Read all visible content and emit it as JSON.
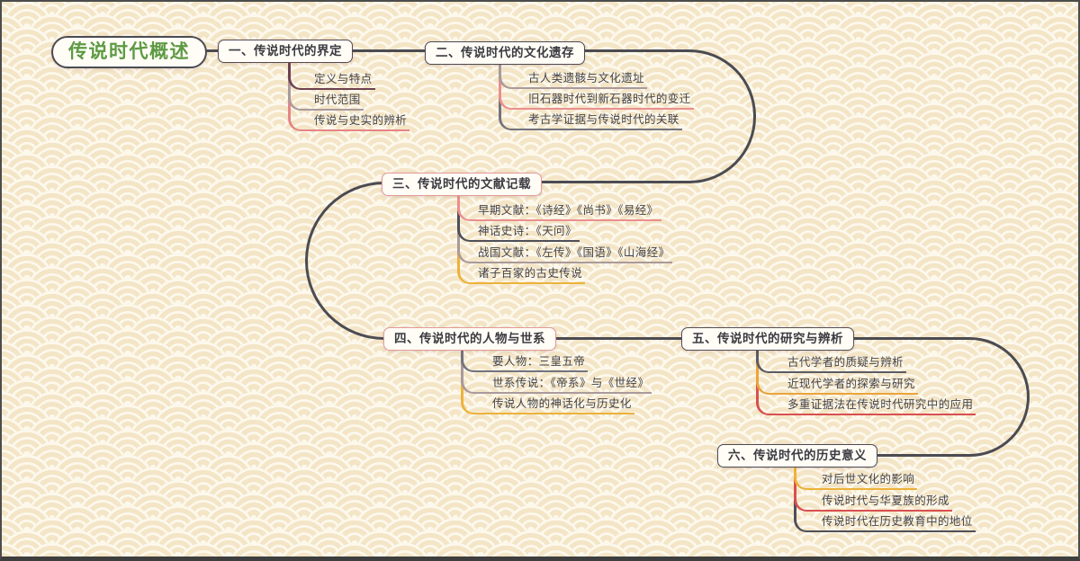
{
  "title": "传说时代概述思维导图",
  "root": {
    "label": "传说时代概述",
    "color": "#5e9a44"
  },
  "line_color": "#4b4b52",
  "branches": [
    {
      "label": "一、传说时代的界定",
      "border": "#564a56",
      "children": [
        {
          "label": "定义与特点",
          "color": "#6e4150"
        },
        {
          "label": "时代范围",
          "color": "#a99a9c"
        },
        {
          "label": "传说与史实的辨析",
          "color": "#e58585"
        }
      ]
    },
    {
      "label": "二、传说时代的文化遗存",
      "border": "#4e4a54",
      "children": [
        {
          "label": "古人类遗骸与文化遗址",
          "color": "#a99a9c"
        },
        {
          "label": "旧石器时代到新石器时代的变迁",
          "color": "#ea8f8f"
        },
        {
          "label": "考古学证据与传说时代的关联",
          "color": "#73737d"
        }
      ]
    },
    {
      "label": "三、传说时代的文献记载",
      "border": "#e39a9a",
      "children": [
        {
          "label": "早期文献：《诗经》《尚书》《易经》",
          "color": "#ea8f8f"
        },
        {
          "label": "神话史诗：《天问》",
          "color": "#4f4f58"
        },
        {
          "label": "战国文献：《左传》《国语》《山海经》",
          "color": "#a99a9c"
        },
        {
          "label": "诸子百家的古史传说",
          "color": "#ecb23a"
        }
      ]
    },
    {
      "label": "四、传说时代的人物与世系",
      "border": "#e39a9a",
      "children": [
        {
          "label": "要人物：三皇五帝",
          "color": "#73737d"
        },
        {
          "label": "世系传说：《帝系》与《世经》",
          "color": "#a99a9c"
        },
        {
          "label": "传说人物的神话化与历史化",
          "color": "#ecb23a"
        }
      ]
    },
    {
      "label": "五、传说时代的研究与辨析",
      "border": "#54505a",
      "children": [
        {
          "label": "古代学者的质疑与辨析",
          "color": "#5b5b64"
        },
        {
          "label": "近现代学者的探索与研究",
          "color": "#eaa43c"
        },
        {
          "label": "多重证据法在传说时代研究中的应用",
          "color": "#d94f4f"
        }
      ]
    },
    {
      "label": "六、传说时代的历史意义",
      "border": "#4e4a54",
      "children": [
        {
          "label": "对后世文化的影响",
          "color": "#ecb23a"
        },
        {
          "label": "传说时代与华夏族的形成",
          "color": "#d94f4f"
        },
        {
          "label": "传说时代在历史教育中的地位",
          "color": "#4f4f58"
        }
      ]
    }
  ]
}
